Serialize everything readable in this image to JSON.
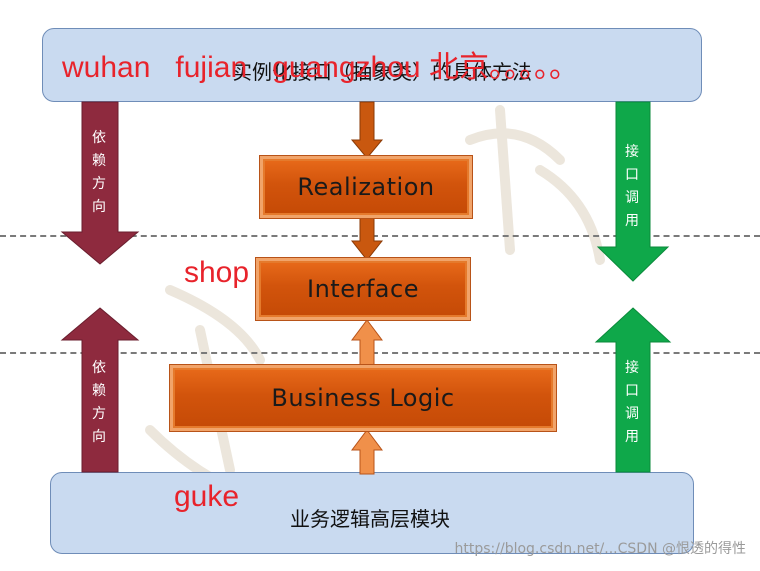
{
  "top_band": {
    "text": "实例化接口（抽象类）的具体方法"
  },
  "bottom_band": {
    "text": "业务逻辑高层模块"
  },
  "boxes": {
    "realization": "Realization",
    "interface": "Interface",
    "business_logic": "Business Logic"
  },
  "overlay_labels": {
    "top": "wuhan   fujian   guangzhou 北京。。。。。",
    "shop": "shop",
    "guke": "guke"
  },
  "side_labels": {
    "left_top": [
      "依",
      "赖",
      "方",
      "向"
    ],
    "left_bottom": [
      "依",
      "赖",
      "方",
      "向"
    ],
    "right_top": [
      "接",
      "口",
      "调",
      "用"
    ],
    "right_bottom": [
      "接",
      "口",
      "调",
      "用"
    ]
  },
  "colors": {
    "band_fill": "#c9daf0",
    "dependency_arrow": "#8e2a3e",
    "interface_call_arrow": "#0fa84a",
    "box_orange": "#d2540c",
    "overlay_red": "#e8232b"
  },
  "watermark": {
    "text": "https://blog.csdn.net/...CSDN @恨透的得性"
  }
}
